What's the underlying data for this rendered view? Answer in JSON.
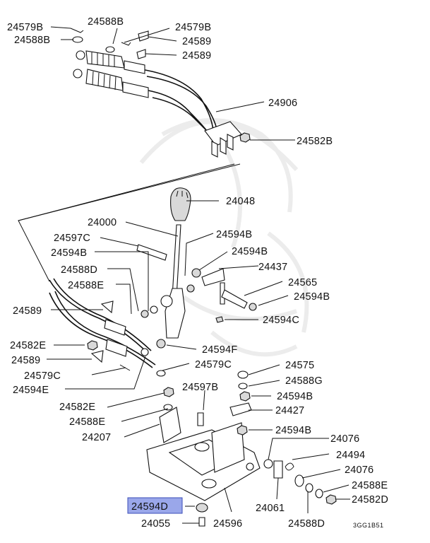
{
  "diagram": {
    "highlight_color": "#9aa7ea",
    "drawing_code": "3GG1B51",
    "labels": {
      "p24579B_a": "24579B",
      "p24588B_a": "24588B",
      "p24579B_b": "24579B",
      "p24588B_b": "24588B",
      "p24589_a": "24589",
      "p24589_b": "24589",
      "p24906": "24906",
      "p24582B_a": "24582B",
      "p24048": "24048",
      "p24000": "24000",
      "p24597C": "24597C",
      "p24594B_a": "24594B",
      "p24594B_b": "24594B",
      "p24594B_c": "24594B",
      "p24437": "24437",
      "p24588D_a": "24588D",
      "p24565": "24565",
      "p24588E_a": "24588E",
      "p24594B_d": "24594B",
      "p24589_c": "24589",
      "p24594C": "24594C",
      "p24582E_a": "24582E",
      "p24594F": "24594F",
      "p24589_d": "24589",
      "p24579C_a": "24579C",
      "p24579C_b": "24579C",
      "p24575": "24575",
      "p24594E": "24594E",
      "p24588G": "24588G",
      "p24597B": "24597B",
      "p24594B_e": "24594B",
      "p24582E_b": "24582E",
      "p24427": "24427",
      "p24588E_b": "24588E",
      "p24594B_f": "24594B",
      "p24207": "24207",
      "p24076_a": "24076",
      "p24494": "24494",
      "p24076_b": "24076",
      "p24588E_c": "24588E",
      "p24594D": "24594D",
      "p24582D": "24582D",
      "p24061": "24061",
      "p24055": "24055",
      "p24596": "24596",
      "p24588D_b": "24588D"
    }
  }
}
